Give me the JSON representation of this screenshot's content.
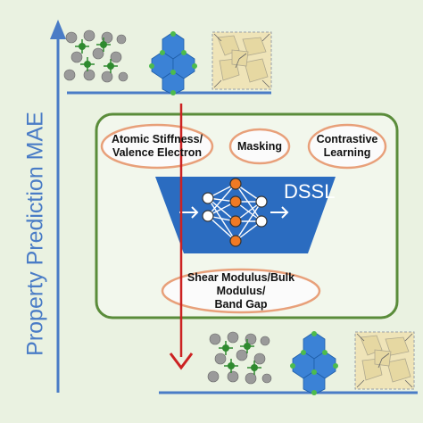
{
  "y_axis_label": "Property Prediction MAE",
  "features": [
    {
      "label": "Atomic Stiffness/\nValence Electron"
    },
    {
      "label": "Masking"
    },
    {
      "label": "Contrastive\nLearning"
    }
  ],
  "model_label": "DSSL",
  "targets": {
    "label": "Shear Modulus/Bulk Modulus/\nBand Gap"
  },
  "colors": {
    "axis": "#4a7cc6",
    "panel_border": "#5a8c3a",
    "oval_border": "#e8a07a",
    "funnel": "#2b6cc0",
    "descent_arrow": "#cc2222",
    "node_orange": "#f07a24",
    "node_white": "#ffffff"
  },
  "icons": [
    "crystal-structure-gray-green",
    "crystal-structure-blue-green",
    "crystal-structure-polyhedral-yellow"
  ]
}
